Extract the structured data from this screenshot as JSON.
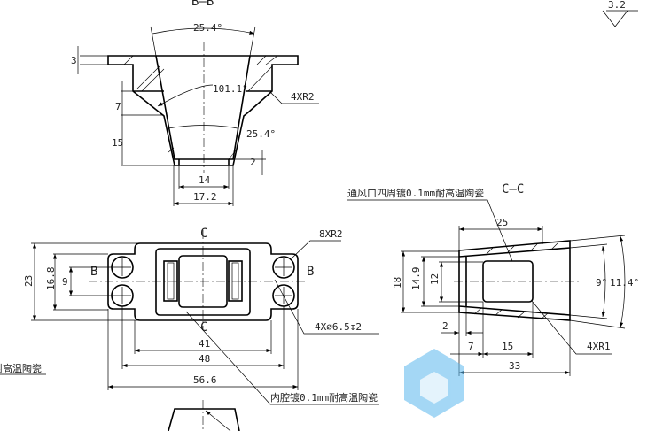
{
  "roughness": "3.2",
  "left_partial_note": "耐高温陶瓷",
  "view_bb": {
    "title": "B—B",
    "dims": {
      "top_angle": "25.4°",
      "flange": "3",
      "inner_angle": "101.1°",
      "radius": "4XR2",
      "h7": "7",
      "h15": "15",
      "side_angle": "25.4°",
      "h2": "2",
      "w14": "14",
      "w17": "17.2"
    }
  },
  "view_front": {
    "section_c": "C",
    "section_b": "B",
    "dims": {
      "h23": "23",
      "h16": "16.8",
      "h9": "9",
      "w41": "41",
      "w48": "48",
      "w56": "56.6",
      "corner": "8XR2",
      "holes": "4X⌀6.5↧2"
    },
    "note": "内腔镀0.1mm耐高温陶瓷"
  },
  "view_cc": {
    "title": "C—C",
    "note": "通风口四周镀0.1mm耐高温陶瓷",
    "dims": {
      "h18": "18",
      "h14": "14.9",
      "h12": "12",
      "w25": "25",
      "a9": "9°",
      "a11": "11.4°",
      "w2": "2",
      "w7": "7",
      "w15": "15",
      "w33": "33",
      "radius": "4XR1"
    }
  },
  "colors": {
    "watermark": "#5bb8ee"
  }
}
